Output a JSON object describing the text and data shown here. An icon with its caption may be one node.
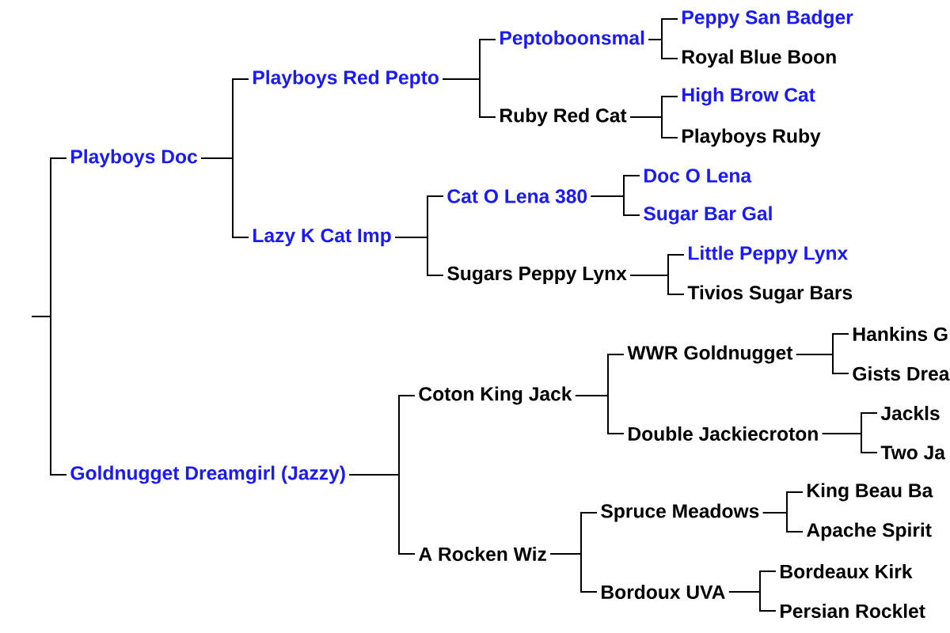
{
  "diagram": {
    "nodes": [
      {
        "text": [
          "Playboys Doc"
        ]
      },
      {
        "text": [
          "Playboys Red Pepto"
        ]
      },
      {
        "text": [
          "Peptoboonsmal"
        ]
      },
      {
        "text": [
          "Peppy San Badger"
        ]
      },
      {
        "text": [
          "Royal Blue Boon"
        ]
      },
      {
        "text": [
          "Ruby Red Cat"
        ]
      },
      {
        "text": [
          "High Brow Cat"
        ]
      },
      {
        "text": [
          "Playboys Ruby"
        ]
      },
      {
        "text": [
          "Lazy K Cat Imp"
        ]
      },
      {
        "text": [
          "Cat O Lena 380"
        ]
      },
      {
        "text": [
          "Doc O Lena"
        ]
      },
      {
        "text": [
          "Sugar Bar Gal"
        ]
      },
      {
        "text": [
          "Sugars Peppy Lynx"
        ]
      },
      {
        "text": [
          "Little Peppy Lynx"
        ]
      },
      {
        "text": [
          "Tivios Sugar Bars"
        ]
      },
      {
        "text": [
          "Goldnugget Dreamgirl (Jazzy)"
        ]
      },
      {
        "text": [
          "Coton King Jack"
        ]
      },
      {
        "text": [
          "WWR Goldnugget"
        ]
      },
      {
        "text": [
          "Hankins G"
        ]
      },
      {
        "text": [
          "Gists Drea"
        ]
      },
      {
        "text": [
          "Double Jackiecroton"
        ]
      },
      {
        "text": [
          "Jackls"
        ]
      },
      {
        "text": [
          "Two Ja"
        ]
      },
      {
        "text": [
          "A Rocken Wiz"
        ]
      },
      {
        "text": [
          "Spruce Meadows"
        ]
      },
      {
        "text": [
          "King Beau Ba"
        ]
      },
      {
        "text": [
          "Apache Spirit"
        ]
      },
      {
        "text": [
          "Bordoux UVA"
        ]
      },
      {
        "text": [
          "Bordeaux Kirk"
        ]
      },
      {
        "text": [
          "Persian Rocklet"
        ]
      }
    ],
    "edges": [
      {
        "from": null,
        "to": 0,
        "arrow": "none"
      },
      {
        "from": null,
        "to": 15,
        "arrow": "none"
      },
      {
        "from": 0,
        "to": 1,
        "arrow": "none"
      },
      {
        "from": 1,
        "to": 2,
        "arrow": "none"
      },
      {
        "from": 2,
        "to": 3,
        "arrow": "none"
      },
      {
        "from": 2,
        "to": 4,
        "arrow": "none"
      },
      {
        "from": 1,
        "to": 5,
        "arrow": "none"
      },
      {
        "from": 5,
        "to": 6,
        "arrow": "none"
      },
      {
        "from": 5,
        "to": 7,
        "arrow": "none"
      },
      {
        "from": 0,
        "to": 8,
        "arrow": "none"
      },
      {
        "from": 8,
        "to": 9,
        "arrow": "none"
      },
      {
        "from": 9,
        "to": 10,
        "arrow": "none"
      },
      {
        "from": 9,
        "to": 11,
        "arrow": "none"
      },
      {
        "from": 8,
        "to": 12,
        "arrow": "none"
      },
      {
        "from": 12,
        "to": 13,
        "arrow": "none"
      },
      {
        "from": 12,
        "to": 14,
        "arrow": "none"
      },
      {
        "from": 15,
        "to": 16,
        "arrow": "none"
      },
      {
        "from": 16,
        "to": 17,
        "arrow": "none"
      },
      {
        "from": 17,
        "to": 18,
        "arrow": "none"
      },
      {
        "from": 17,
        "to": 19,
        "arrow": "none"
      },
      {
        "from": 16,
        "to": 20,
        "arrow": "none"
      },
      {
        "from": 20,
        "to": 21,
        "arrow": "none"
      },
      {
        "from": 20,
        "to": 22,
        "arrow": "none"
      },
      {
        "from": 15,
        "to": 23,
        "arrow": "none"
      },
      {
        "from": 23,
        "to": 24,
        "arrow": "none"
      },
      {
        "from": 24,
        "to": 25,
        "arrow": "none"
      },
      {
        "from": 24,
        "to": 26,
        "arrow": "none"
      },
      {
        "from": 23,
        "to": 27,
        "arrow": "none"
      },
      {
        "from": 27,
        "to": 28,
        "arrow": "none"
      },
      {
        "from": 27,
        "to": 29,
        "arrow": "none"
      }
    ]
  }
}
